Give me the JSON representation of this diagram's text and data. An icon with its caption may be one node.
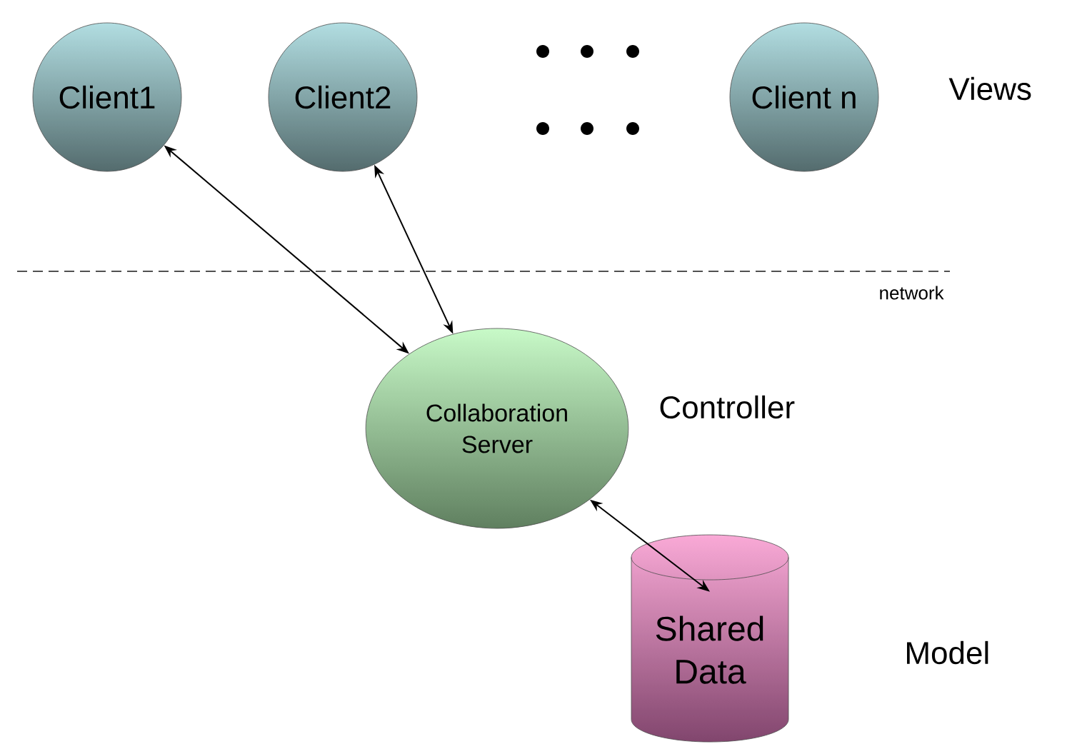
{
  "diagram": {
    "nodes": [
      {
        "text": [
          "Client1"
        ]
      },
      {
        "text": [
          "Client2"
        ]
      },
      {
        "text": [
          "Client n"
        ]
      },
      {
        "text": [
          "Collaboration Server"
        ]
      },
      {
        "text": [
          "Shared Data"
        ]
      }
    ],
    "edges": [
      {
        "from": 0,
        "to": 3,
        "arrow": "both"
      },
      {
        "from": 1,
        "to": 3,
        "arrow": "both"
      },
      {
        "from": 3,
        "to": 4,
        "arrow": "both"
      }
    ],
    "labels": [
      "Views",
      "network",
      "Controller",
      "Model"
    ]
  }
}
